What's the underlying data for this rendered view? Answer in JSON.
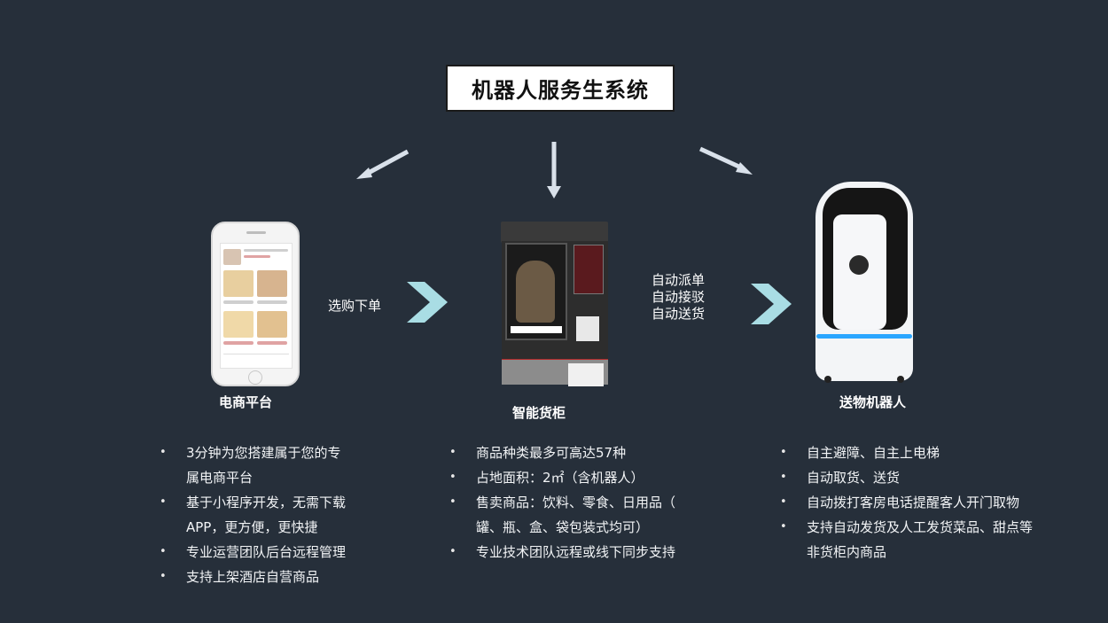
{
  "title": "机器人服务生系统",
  "nodes": [
    {
      "caption": "电商平台",
      "features": [
        "3分钟为您搭建属于您的专",
        "属电商平台",
        "基于小程序开发，无需下载",
        "APP，更方便，更快捷",
        "专业运营团队后台远程管理",
        "支持上架酒店自营商品"
      ],
      "bullet_lines": [
        0,
        2,
        4,
        5
      ]
    },
    {
      "caption": "智能货柜",
      "features": [
        "商品种类最多可高达57种",
        "占地面积：2㎡（含机器人）",
        "售卖商品：饮料、零食、日用品（",
        "罐、瓶、盒、袋包装式均可）",
        "专业技术团队远程或线下同步支持"
      ],
      "bullet_lines": [
        0,
        1,
        2,
        4
      ]
    },
    {
      "caption": "送物机器人",
      "features": [
        "自主避障、自主上电梯",
        "自动取货、送货",
        "自动拨打客房电话提醒客人开门取物",
        "支持自动发货及人工发货菜品、甜点等",
        "非货柜内商品"
      ],
      "bullet_lines": [
        0,
        1,
        2,
        3
      ]
    }
  ],
  "flow_labels": {
    "phone_to_cabinet": "选购下单",
    "cabinet_to_robot": [
      "自动派单",
      "自动接驳",
      "自动送货"
    ]
  },
  "colors": {
    "background": "#262f3a",
    "title_box": "#ffffff",
    "arrow_thin": "#d9e1ea",
    "arrow_chevron": "#a9dde4",
    "robot_band": "#2aa6ff"
  },
  "icons": [
    "smartphone-icon",
    "vending-cabinet-icon",
    "delivery-robot-icon",
    "arrow-icon",
    "chevron-right-icon"
  ]
}
